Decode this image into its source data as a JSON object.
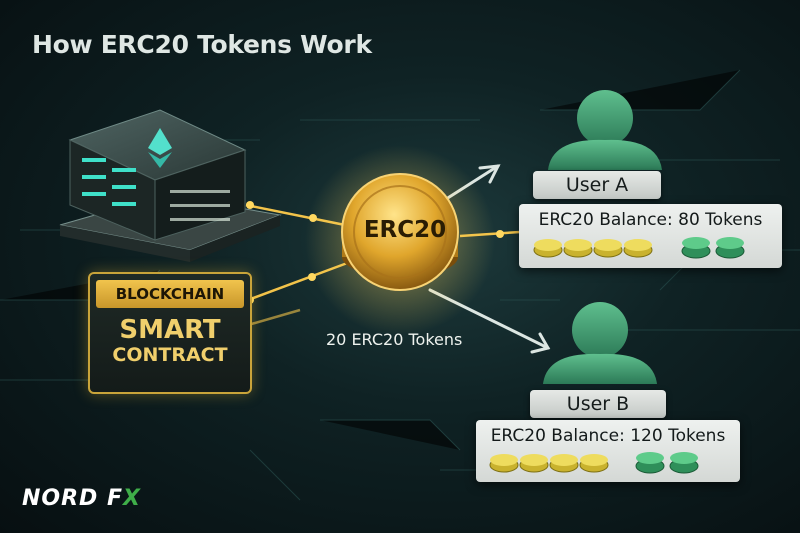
{
  "title": "How ERC20 Tokens Work",
  "contract": {
    "label": "BLOCKCHAIN",
    "line1": "SMART",
    "line2": "CONTRACT"
  },
  "coin_label": "ERC20",
  "transfer_label": "20 ERC20 Tokens",
  "users": [
    {
      "name": "User A",
      "balance": "ERC20 Balance:  80 Tokens"
    },
    {
      "name": "User B",
      "balance": "ERC20 Balance: 120 Tokens"
    }
  ],
  "logo": {
    "part1": "NORD",
    "part2": "F",
    "part3": "X"
  },
  "colors": {
    "gold": "#e8b83a",
    "avatar": "#3f9a72",
    "background": "#0f2224",
    "stack_green": "#4caf72"
  },
  "icons": [
    "ethereum-icon",
    "server-icon",
    "user-icon",
    "arrow-icon",
    "token-stack-icon"
  ]
}
